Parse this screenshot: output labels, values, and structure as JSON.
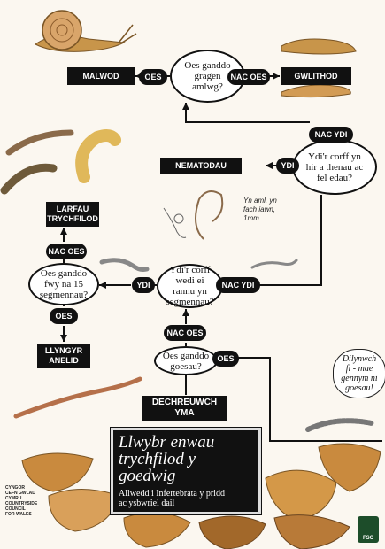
{
  "questions": {
    "shell": "Oes ganddo\ngragen\namlwg?",
    "long_thin": "Ydi'r corff yn\nhir a thenau ac\nfel edau?",
    "segmented": "Ydi'r corff\nwedi ei rannu yn\nsegmennau?",
    "fifteen_segments": "Oes ganddo\nfwy na 15\nsegmennau?",
    "legs": "Oes ganddo\ngoesau?"
  },
  "answers": {
    "oes": "OES",
    "nac_oes": "NAC OES",
    "ydi": "YDI",
    "nac_ydi": "NAC YDI"
  },
  "results": {
    "snails": "MALWOD",
    "slugs": "GWLITHOD",
    "nematodes": "NEMATODAU",
    "insect_larvae": "LARFAU\nTRYCHFILOD",
    "annelid_worms": "LLYNGYR\nANELID",
    "start": "DECHREUWCH\nYMA"
  },
  "notes": {
    "nematode_note": "Yn aml, yn\nfach iawn,\n1mm",
    "follow_me": "Dilynwch\nfi - mae\ngennym ni\ngoesau!"
  },
  "title": {
    "main": "Llwybr enwau\ntrychfilod y\ngoedwig",
    "subtitle": "Allwedd i Infertebrata y pridd\nac ysbwriel dail"
  },
  "logos": {
    "council": "CYNGOR\nCEFN GWLAD\nCYMRU\nCOUNTRYSIDE\nCOUNCIL\nFOR WALES",
    "fsc": "FSC"
  },
  "colors": {
    "ink": "#111111",
    "paper": "#fbf7f0",
    "leaf": "#c98a3e",
    "leaf_dark": "#a2682a",
    "snail_shell": "#d9a56a",
    "slug": "#c8954a",
    "worm": "#b5704a",
    "larva": "#e0b85a"
  }
}
